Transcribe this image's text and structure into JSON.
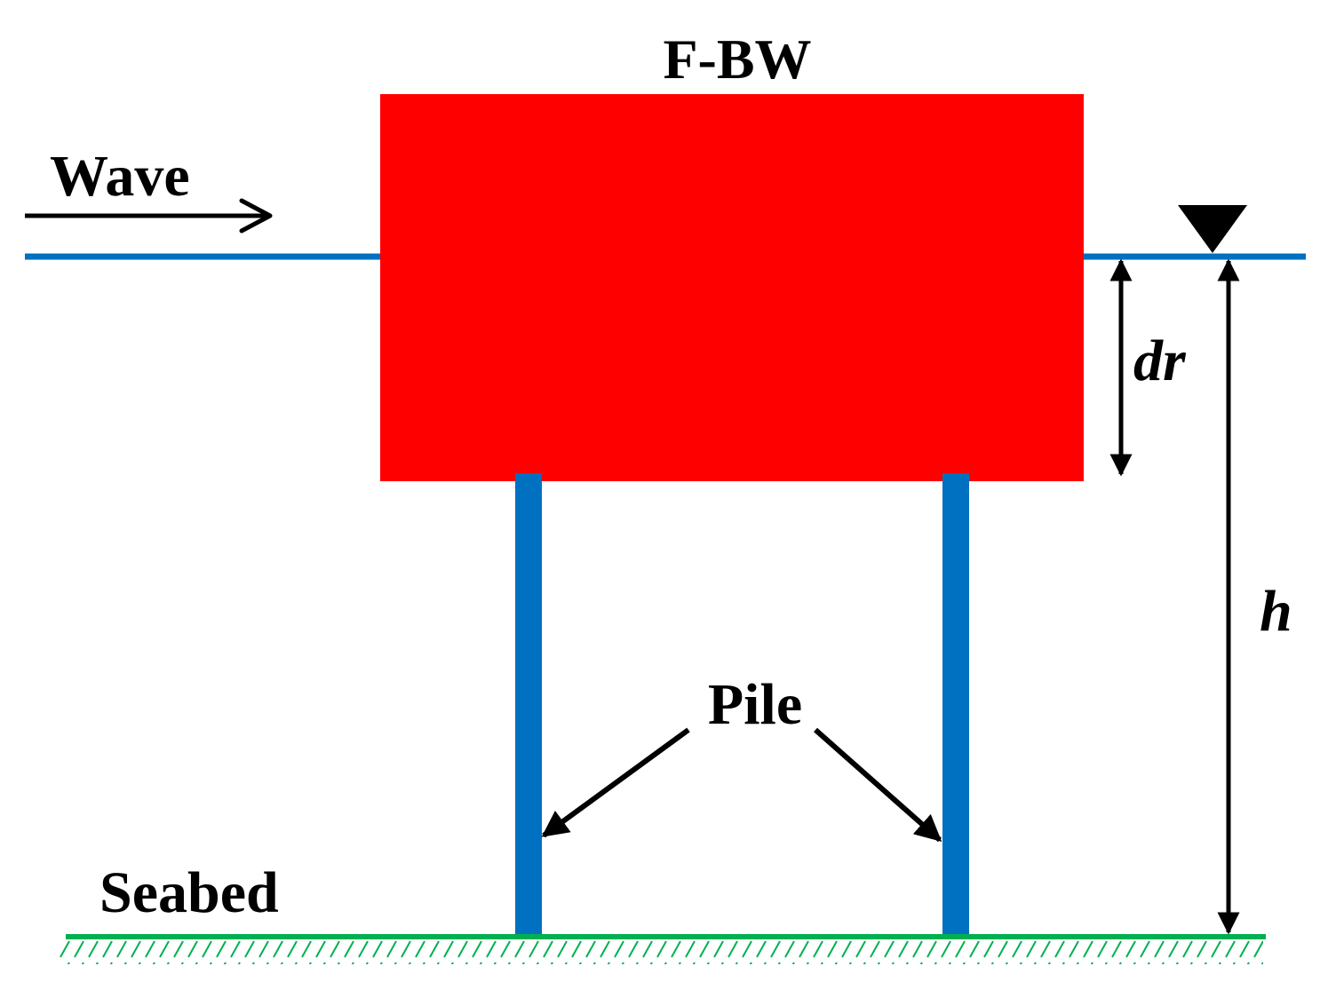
{
  "title": "F-BW",
  "labels": {
    "wave": "Wave",
    "draft": "dr",
    "depth": "h",
    "pile": "Pile",
    "seabed": "Seabed"
  },
  "colors": {
    "breakwater": "#ff0000",
    "water_line": "#0070c0",
    "pile": "#0070c0",
    "seabed": "#00b050",
    "annotation": "#000000"
  },
  "icons": {
    "water_level_marker": "inverted-triangle-icon",
    "wave_direction": "right-arrow-icon"
  }
}
